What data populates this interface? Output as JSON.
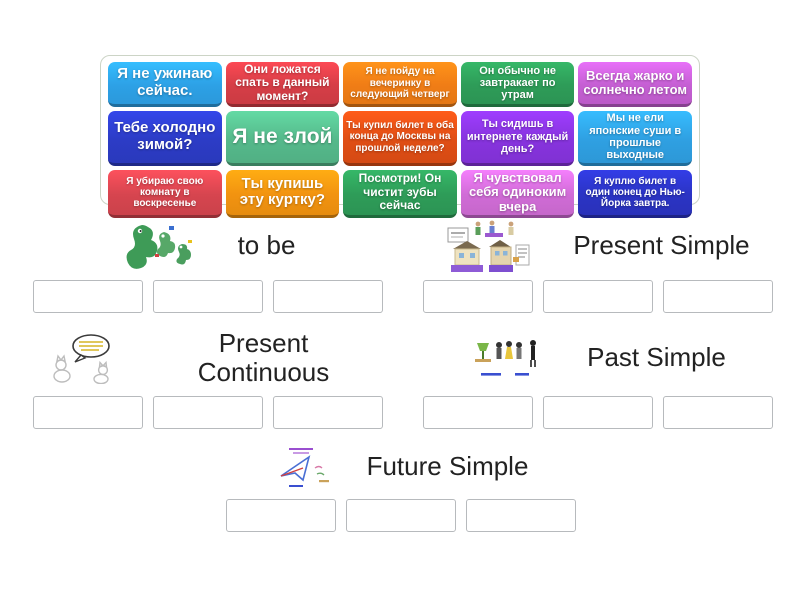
{
  "page": {
    "background": "#ffffff"
  },
  "panel": {
    "border_color": "#ccd4c6",
    "tiles": [
      {
        "label": "Я не ужинаю сейчас.",
        "color": "#2da1e6"
      },
      {
        "label": "Они ложатся спать в данный момент?",
        "color": "#d63e47"
      },
      {
        "label": "Я не пойду на вечеринку в следующий четверг",
        "color": "#f07d16"
      },
      {
        "label": "Он обычно не завтракает по утрам",
        "color": "#2e9c58"
      },
      {
        "label": "Всегда жарко и солнечно летом",
        "color": "#c55fd3"
      },
      {
        "label": "Тебе холодно зимой?",
        "color": "#2c3cc6"
      },
      {
        "label": "Я не злой",
        "color": "#55b98b"
      },
      {
        "label": "Ты купил билет в оба конца до Москвы на прошлой неделе?",
        "color": "#e04e15"
      },
      {
        "label": "Ты сидишь в интернете каждый день?",
        "color": "#8734de"
      },
      {
        "label": "Мы не ели японские суши в прошлые выходные",
        "color": "#2fa0e2"
      },
      {
        "label": "Я убираю свою комнату в воскресенье",
        "color": "#d6454f"
      },
      {
        "label": "Ты купишь эту куртку?",
        "color": "#f29310"
      },
      {
        "label": "Посмотри! Он чистит зубы сейчас",
        "color": "#2e9c58"
      },
      {
        "label": "Я чувствовал себя одиноким вчера",
        "color": "#d06cd6"
      },
      {
        "label": "Я куплю билет в один конец до Нью-Йорка завтра.",
        "color": "#2b34c4"
      }
    ]
  },
  "groups": [
    {
      "title": "to be",
      "icon": "dragons-icon",
      "slot_count": 3
    },
    {
      "title": "Present Simple",
      "icon": "houses-icon",
      "slot_count": 3
    },
    {
      "title": "Present Continuous",
      "icon": "cats-speech-bubble-icon",
      "slot_count": 3
    },
    {
      "title": "Past Simple",
      "icon": "people-counter-icon",
      "slot_count": 3
    },
    {
      "title": "Future Simple",
      "icon": "paper-plane-icon",
      "slot_count": 3
    }
  ],
  "slot": {
    "border_color": "#b7babd"
  }
}
